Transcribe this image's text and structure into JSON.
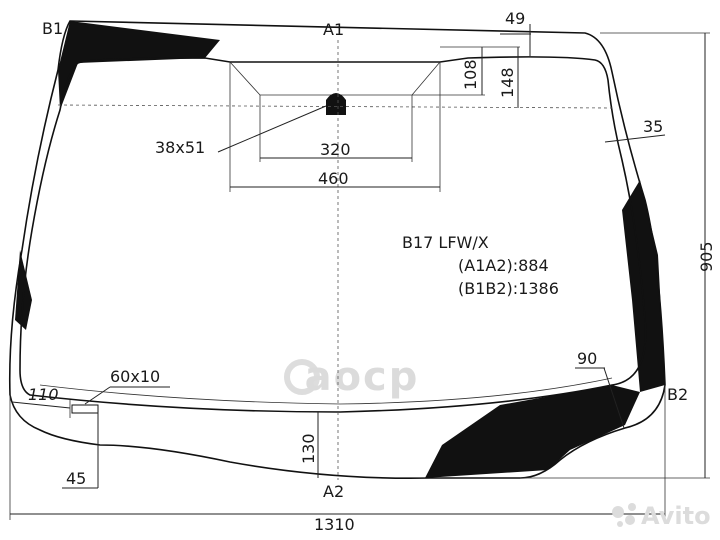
{
  "labels": {
    "b1": "B1",
    "a1": "A1",
    "a2": "A2",
    "b2": "B2",
    "d49": "49",
    "d108": "108",
    "d148": "148",
    "d35": "35",
    "d905": "905",
    "d38x51": "38x51",
    "d320": "320",
    "d460": "460",
    "model": "B17 LFW/X",
    "a1a2": "(A1A2):884",
    "b1b2": "(B1B2):1386",
    "d90": "90",
    "d60x10": "60x10",
    "d110": "110",
    "d130": "130",
    "d45": "45",
    "d1310": "1310",
    "watermark": "aocp",
    "avito": "Avito"
  },
  "colors": {
    "frit": "#111111",
    "line": "#222222",
    "watermark": "#d9d9d9"
  },
  "icons": {
    "watermark": "aocp-logo-icon",
    "avito": "avito-logo-icon"
  }
}
